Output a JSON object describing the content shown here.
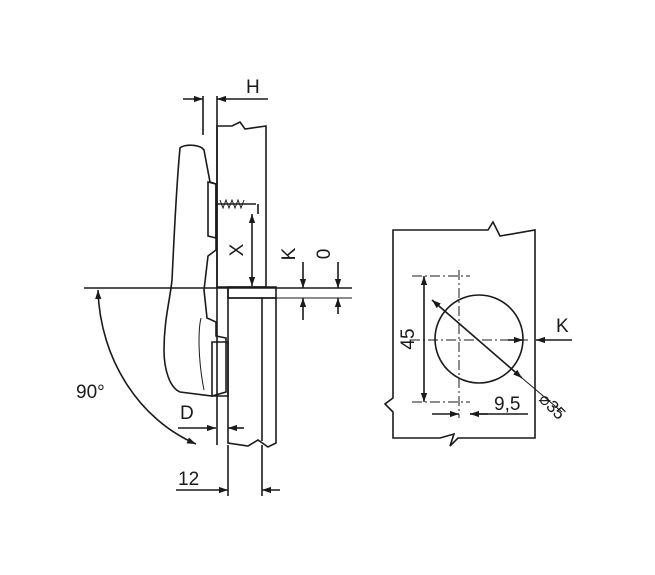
{
  "labels": {
    "h": "H",
    "x": "X",
    "k_left": "K",
    "zero": "0",
    "angle": "90°",
    "d": "D",
    "twelve": "12",
    "forty_five": "45",
    "k_right": "K",
    "nine_five": "9,5",
    "diameter": "⌀35"
  },
  "colors": {
    "door": "#dcd3c2",
    "cabinet": "#eceadc",
    "panel": "#efeee0",
    "hinge": "#ffffff",
    "line": "#1a1a1a"
  }
}
